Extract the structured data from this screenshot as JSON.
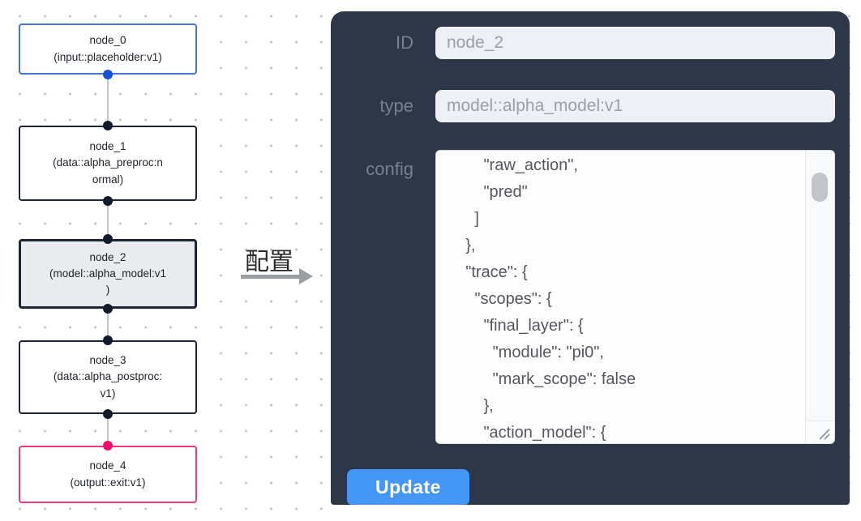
{
  "flowchart": {
    "nodes": [
      {
        "id": "node_0",
        "label": "node_0\n(input::placeholder:v1)"
      },
      {
        "id": "node_1",
        "label": "node_1\n(data::alpha_preproc:n\normal)"
      },
      {
        "id": "node_2",
        "label": "node_2\n(model::alpha_model:v1\n)"
      },
      {
        "id": "node_3",
        "label": "node_3\n(data::alpha_postproc:\nv1)"
      },
      {
        "id": "node_4",
        "label": "node_4\n(output::exit:v1)"
      }
    ]
  },
  "transition": {
    "label": "配置"
  },
  "panel": {
    "fields": [
      {
        "label": "ID",
        "value": "node_2"
      },
      {
        "label": "type",
        "value": "model::alpha_model:v1"
      }
    ],
    "config": {
      "label": "config",
      "text": "        \"raw_action\",\n        \"pred\"\n      ]\n    },\n    \"trace\": {\n      \"scopes\": {\n        \"final_layer\": {\n          \"module\": \"pi0\",\n          \"mark_scope\": false\n        },\n        \"action_model\": {"
    },
    "update_label": "Update"
  },
  "colors": {
    "panel_bg": "#2d3748",
    "button_blue": "#4496f7",
    "input_node_border": "#4a71d6",
    "input_handle": "#1553d6",
    "default_node_border": "#1e2536",
    "default_handle": "#131a2b",
    "output_node_border": "#ee3a7c",
    "output_handle": "#f00f6d",
    "selected_node_bg": "#e9ebee",
    "input_field_bg": "#edf0f4"
  }
}
